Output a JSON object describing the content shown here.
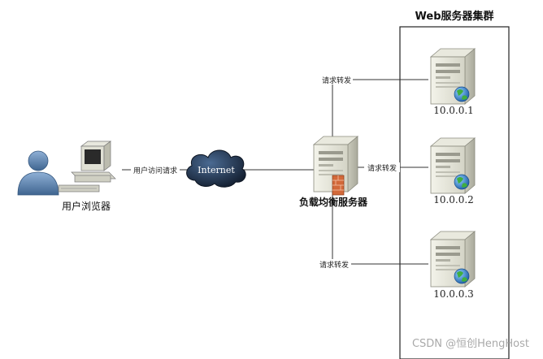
{
  "cluster": {
    "title": "Web服务器集群"
  },
  "user": {
    "label": "用户浏览器"
  },
  "internet": {
    "label": "Internet"
  },
  "edges": {
    "user_to_internet": "用户访问请求",
    "forward_1": "请求转发",
    "forward_2": "请求转发",
    "forward_3": "请求转发"
  },
  "load_balancer": {
    "label": "负载均衡服务器"
  },
  "servers": [
    {
      "ip": "10.0.0.1"
    },
    {
      "ip": "10.0.0.2"
    },
    {
      "ip": "10.0.0.3"
    }
  ],
  "watermark": "CSDN @恒创HengHost",
  "colors": {
    "line": "#333333",
    "server_body": "#dcdcd0",
    "server_side": "#b8b8ac",
    "cloud": "#1c2c44",
    "user_icon": "#5e7fa6",
    "globe": "#2b6fb5",
    "firewall": "#d2693a"
  }
}
